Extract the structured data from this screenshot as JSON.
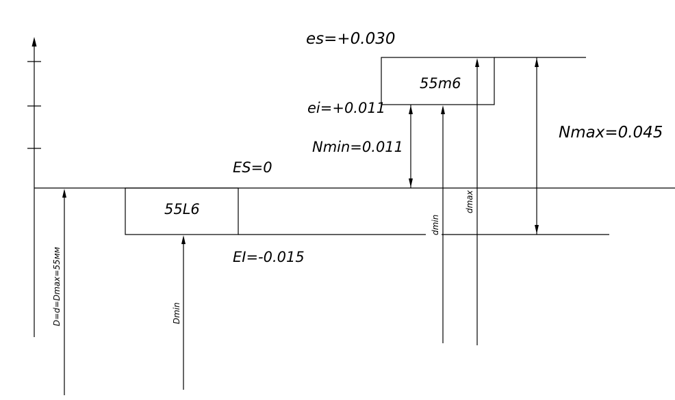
{
  "labels": {
    "es": "es=+0.030",
    "ei": "ei=+0.011",
    "ES": "ES=0",
    "EI": "EI=-0.015",
    "shaft": "55m6",
    "hole": "55L6",
    "Nmin": "Nmin=0.011",
    "Nmax": "Nmax=0.045",
    "dmin": "dmin",
    "dmax": "dmax",
    "Dmin": "Dmin",
    "nominal": "D=d=Dmax=55мм"
  },
  "colors": {
    "line": "#000000",
    "background": "#ffffff"
  }
}
